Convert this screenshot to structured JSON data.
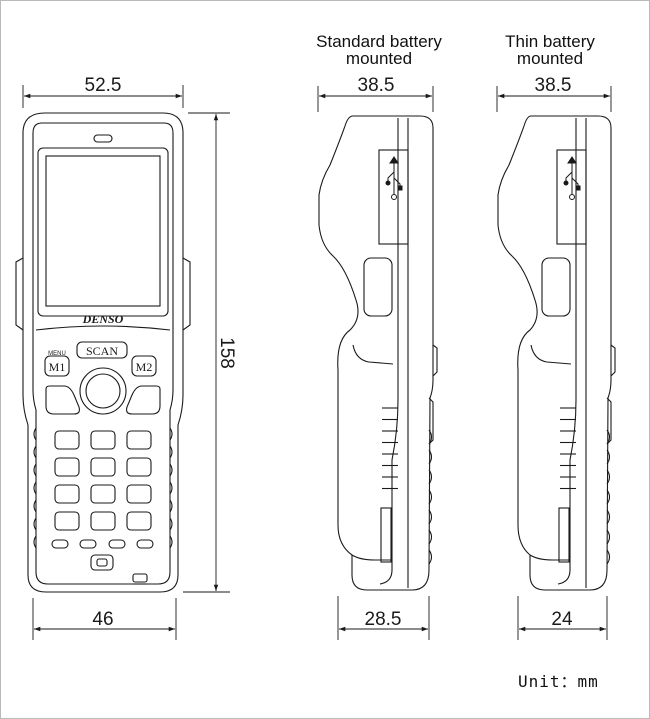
{
  "captions": {
    "standard_line1": "Standard battery",
    "standard_line2": "mounted",
    "thin_line1": "Thin battery",
    "thin_line2": "mounted"
  },
  "dimensions": {
    "front_width": "52.5",
    "front_height": "158",
    "front_bottom_width": "46",
    "standard_depth_top": "38.5",
    "standard_depth_bottom": "28.5",
    "thin_depth_top": "38.5",
    "thin_depth_bottom": "24"
  },
  "device": {
    "brand": "DENSO",
    "scan_label": "SCAN",
    "menu_label": "MENU",
    "m1_label": "M1",
    "m2_label": "M2"
  },
  "unit_label": "Unit：mm",
  "colors": {
    "line": "#1a1a1a",
    "background": "#ffffff"
  }
}
